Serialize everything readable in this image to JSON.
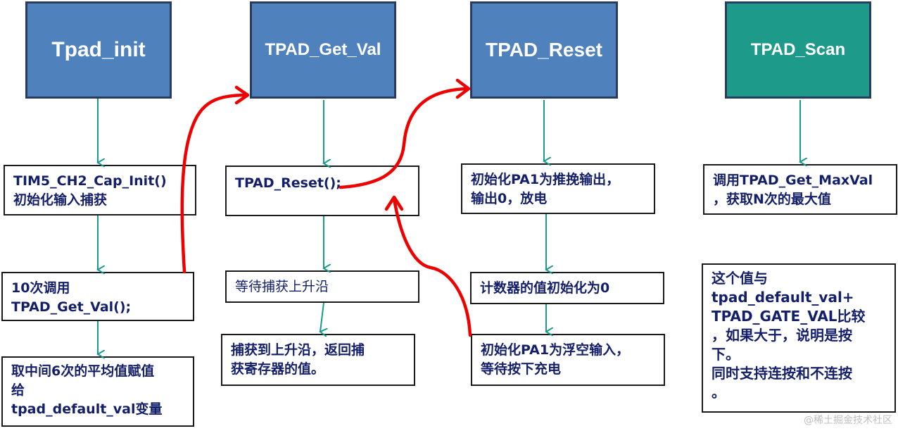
{
  "headers": [
    {
      "id": "tpad-init",
      "text": "Tpad_init",
      "color": "#4f81bd"
    },
    {
      "id": "tpad-get-val",
      "text": "TPAD_Get_Val",
      "color": "#4f81bd"
    },
    {
      "id": "tpad-reset",
      "text": "TPAD_Reset",
      "color": "#4f81bd"
    },
    {
      "id": "tpad-scan",
      "text": "TPAD_Scan",
      "color": "#1d9a8a"
    }
  ],
  "col1": {
    "box1": [
      "TIM5_CH2_Cap_Init()",
      "初始化输入捕获"
    ],
    "box2": [
      "10次调用",
      "TPAD_Get_Val();"
    ],
    "box3": [
      "取中间6次的平均值赋值",
      "给",
      "tpad_default_val变量"
    ]
  },
  "col2": {
    "box1": [
      "TPAD_Reset();"
    ],
    "box2": [
      "等待捕获上升沿"
    ],
    "box3": [
      "捕获到上升沿，返回捕",
      "获寄存器的值。"
    ]
  },
  "col3": {
    "box1": [
      "初始化PA1为推挽输出，",
      "输出0，放电"
    ],
    "box2": [
      "计数器的值初始化为0"
    ],
    "box3": [
      "初始化PA1为浮空输入，",
      "等待按下充电"
    ]
  },
  "col4": {
    "box1": [
      "调用TPAD_Get_MaxVal",
      "，获取N次的最大值"
    ],
    "box2": [
      "这个值与",
      "tpad_default_val+",
      "TPAD_GATE_VAL比较",
      "，如果大于，说明是按",
      "下。",
      "同时支持连按和不连按",
      "。"
    ]
  },
  "colors": {
    "arrow": "#1a9a8a",
    "curve": "#ee0000",
    "text": "#141f6a"
  },
  "watermark": "@稀土掘金技术社区"
}
